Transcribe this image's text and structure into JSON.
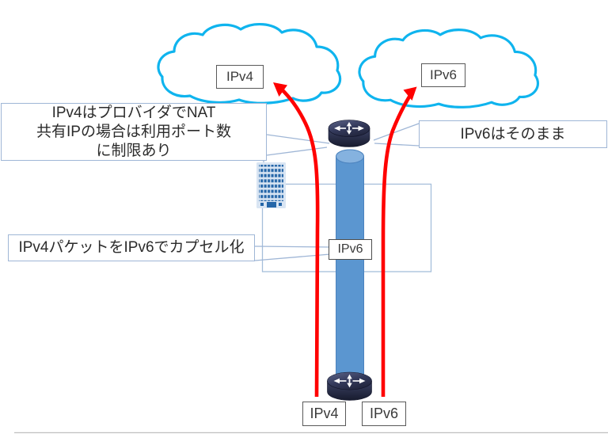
{
  "clouds": {
    "ipv4_label": "IPv4",
    "ipv6_label": "IPv6"
  },
  "callouts": {
    "nat_note_line1": "IPv4はプロバイダでNAT",
    "nat_note_line2": "共有IPの場合は利用ポート数",
    "nat_note_line3": "に制限あり",
    "ipv6_note": "IPv6はそのまま",
    "encap_note": "IPv4パケットをIPv6でカプセル化"
  },
  "tunnel": {
    "label": "IPv6"
  },
  "endpoints": {
    "ipv4_label": "IPv4",
    "ipv6_label": "IPv6"
  },
  "icons": {
    "ipv4_cloud": "ipv4-cloud-icon",
    "ipv6_cloud": "ipv6-cloud-icon",
    "top_router": "router-icon",
    "bottom_router": "router-icon",
    "building": "office-building-icon",
    "ipv4_flow": "red-flow-arrow",
    "ipv6_flow": "red-flow-arrow"
  },
  "colors": {
    "cloud_outline": "#0FB4EE",
    "tunnel_pipe": "#5B96D0",
    "tunnel_pipe_top": "#85B2DF",
    "flow_arrow": "#FF0000",
    "callout_border": "#9FB6D6",
    "label_border": "#595959",
    "building_windows": "#2566A8",
    "router_body": "#262B45"
  }
}
